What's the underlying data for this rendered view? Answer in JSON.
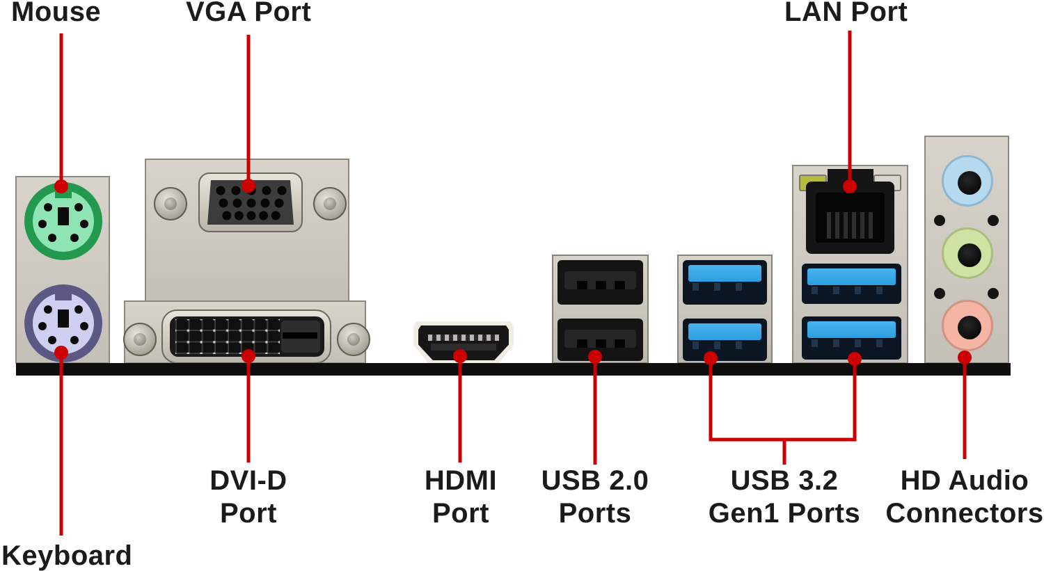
{
  "title": "Motherboard rear I/O ports diagram",
  "labels": {
    "mouse": "Mouse",
    "vga": "VGA Port",
    "lan": "LAN Port",
    "keyboard": "Keyboard",
    "dvi": [
      "DVI-D",
      "Port"
    ],
    "hdmi": [
      "HDMI",
      "Port"
    ],
    "usb2": [
      "USB 2.0",
      "Ports"
    ],
    "usb3": [
      "USB 3.2",
      "Gen1 Ports"
    ],
    "hd_audio": [
      "HD Audio",
      "Connectors"
    ]
  },
  "colors": {
    "background": "#ffffff",
    "label_text": "#1b1b1b",
    "annotation_red": "#cc0000",
    "metal": "#cbc7be",
    "metal_border": "#8d897f",
    "black_bar": "#0e0e0e",
    "port_black": "#141414",
    "ps2_mouse_ring": "#23994f",
    "ps2_mouse_face": "#8fe4b4",
    "ps2_keyboard_ring": "#5c5884",
    "ps2_keyboard_face": "#cfcff2",
    "usb3_blue": "#2d9ee0",
    "usb3_cavity": "#0c1522",
    "audio_line_in": "#b5d9ee",
    "audio_line_out": "#d0e2a4",
    "audio_mic": "#f4b5a5",
    "lan_led_left": "#b8ba3e",
    "lan_led_right": "#d8d5cc"
  }
}
